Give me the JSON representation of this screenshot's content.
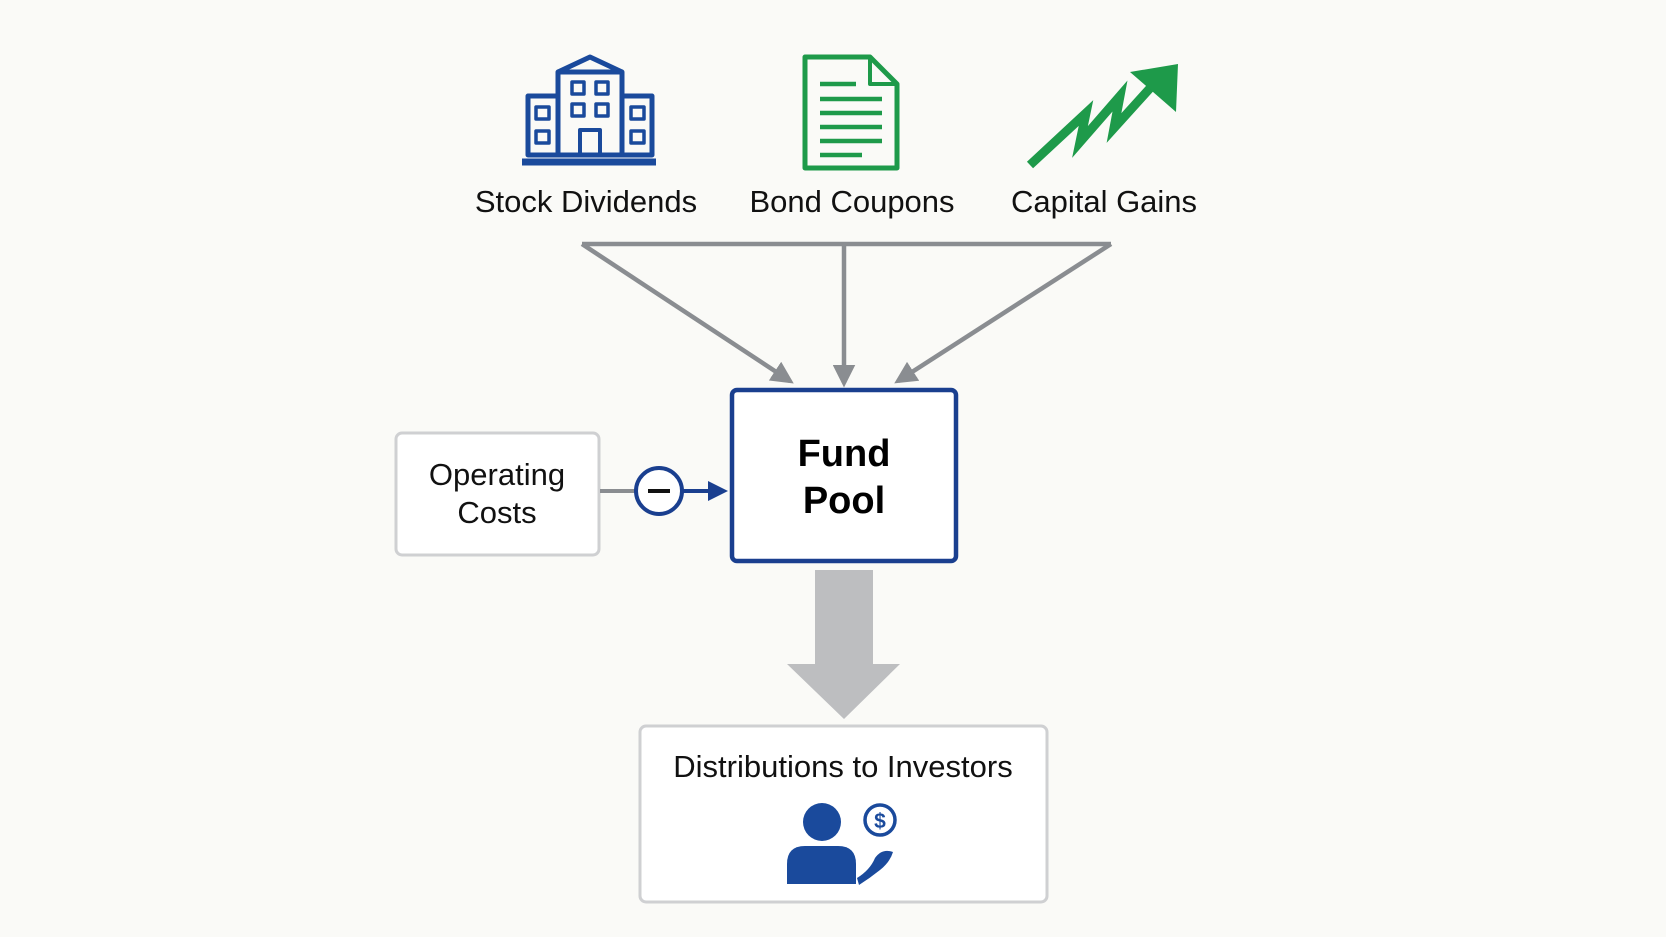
{
  "sources": [
    {
      "label": "Stock Dividends",
      "icon": "building-icon",
      "color": "#1a4a9c"
    },
    {
      "label": "Bond Coupons",
      "icon": "document-icon",
      "color": "#1e9a4a"
    },
    {
      "label": "Capital Gains",
      "icon": "trend-up-arrow-icon",
      "color": "#1e9a4a"
    }
  ],
  "fund_pool": {
    "line1": "Fund",
    "line2": "Pool",
    "border_color": "#1a3f8f"
  },
  "operating_costs": {
    "line1": "Operating",
    "line2": "Costs",
    "operator_icon": "minus-circle-icon"
  },
  "distributions": {
    "label": "Distributions to Investors",
    "icon": "investor-dollar-icon",
    "icon_color": "#1a4a9c"
  },
  "colors": {
    "connector": "#8a8d91",
    "big_arrow": "#bdbec0",
    "box_border": "#cfd0d2",
    "accent_blue": "#1a3f8f"
  }
}
